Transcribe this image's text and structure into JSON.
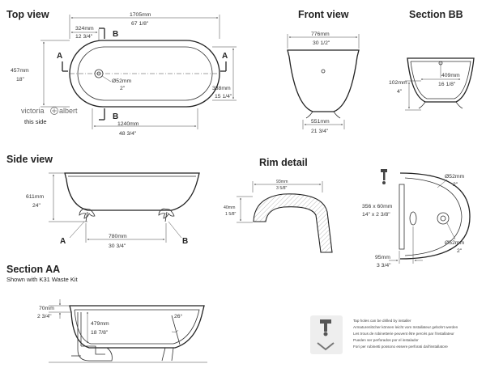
{
  "views": {
    "top": {
      "title": "Top view",
      "length_mm": "1705mm",
      "length_in": "67 1/8\"",
      "inner_mm": "324mm",
      "inner_in": "12 3/4\"",
      "width_mm": "457mm",
      "width_in": "18\"",
      "depth_mm": "388mm",
      "depth_in": "15 1/4\"",
      "waste": "Ø52mm",
      "waste_in": "2\"",
      "base_mm": "1240mm",
      "base_in": "48 3/4\"",
      "section_a": "A",
      "section_b": "B",
      "brand_left": "victoria",
      "brand_right": "albert",
      "this_side": "this side"
    },
    "front": {
      "title": "Front view",
      "top_mm": "776mm",
      "top_in": "30 1/2\"",
      "base_mm": "551mm",
      "base_in": "21 3/4\""
    },
    "section_bb": {
      "title": "Section BB",
      "width_mm": "409mm",
      "width_in": "16 1/8\"",
      "height_mm": "102mm",
      "height_in": "4\""
    },
    "side": {
      "title": "Side view",
      "height_mm": "611mm",
      "height_in": "24\"",
      "feet_mm": "780mm",
      "feet_in": "30 3/4\"",
      "label_a": "A",
      "label_b": "B"
    },
    "rim": {
      "title": "Rim detail",
      "width_mm": "93mm",
      "width_in": "3 5/8\"",
      "height_mm": "40mm",
      "height_in": "1 5/8\""
    },
    "tap": {
      "d1": "Ø52mm",
      "d1_in": "2\"",
      "slot": "356 x 60mm",
      "slot_in": "14\" x 2 3/8\"",
      "d2": "Ø52mm",
      "d2_in": "2\"",
      "edge_mm": "95mm",
      "edge_in": "3 3/4\""
    },
    "section_aa": {
      "title": "Section AA",
      "subtitle": "Shown with K31 Waste Kit",
      "rim_mm": "70mm",
      "rim_in": "2 3/4\"",
      "depth_mm": "479mm",
      "depth_in": "18 7/8\"",
      "angle": "26°"
    }
  },
  "notice": {
    "lines": [
      "Tap holes can be drilled by installer",
      "Armaturenlöcher können leicht vom Installateur gebohrt werden",
      "Les trous de robinetterie peuvent être percés par l'installateur",
      "Pueden ser perforados por el instalador",
      "Fori per rubinetti possono essere perforati dall'installatore"
    ]
  }
}
